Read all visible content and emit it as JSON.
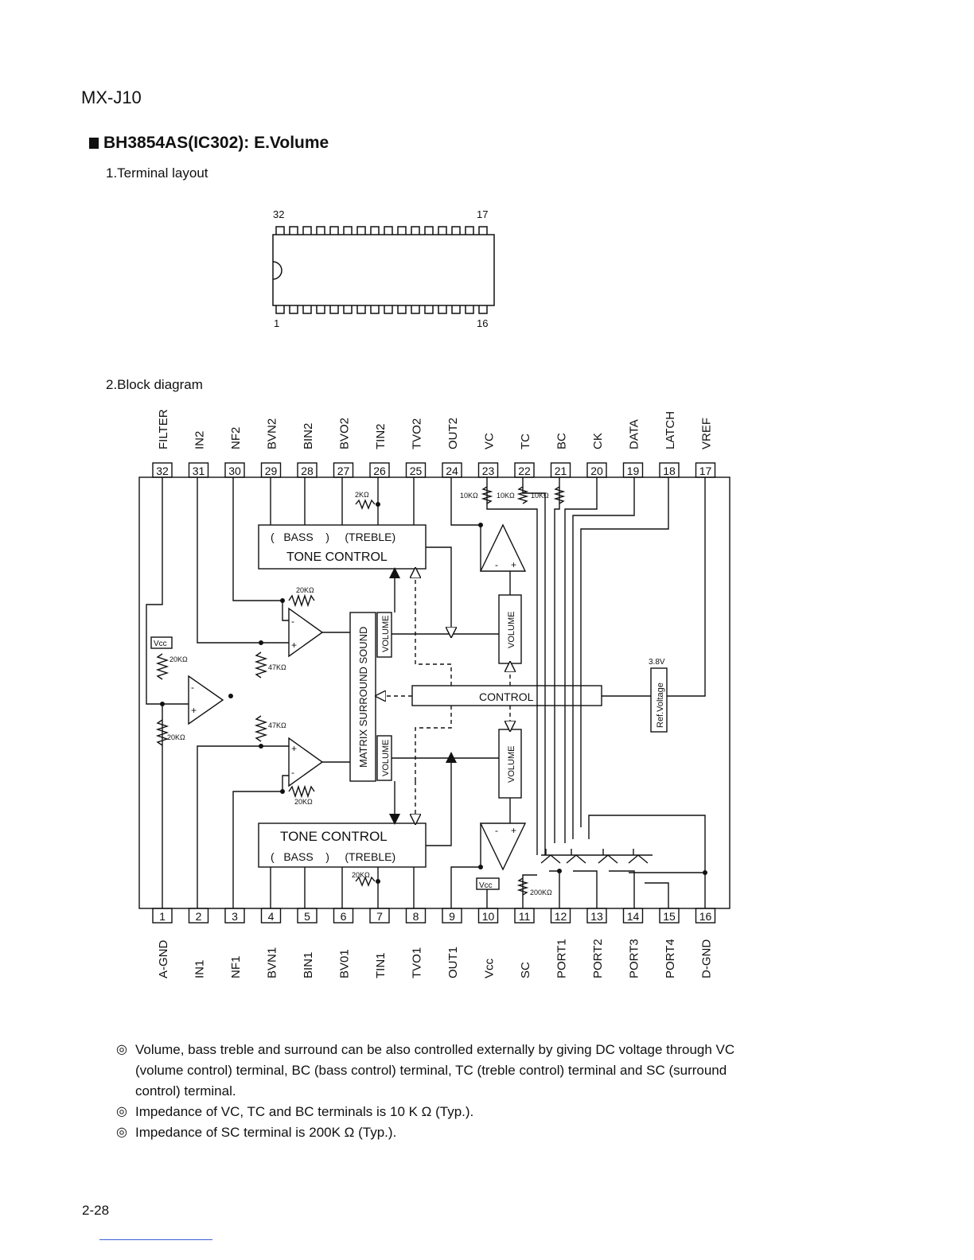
{
  "header": {
    "model": "MX-J10"
  },
  "section_title": "BH3854AS(IC302): E.Volume",
  "subsections": {
    "terminal_layout": "1.Terminal layout",
    "block_diagram": "2.Block diagram"
  },
  "package": {
    "top_left": "32",
    "top_right": "17",
    "bottom_left": "1",
    "bottom_right": "16"
  },
  "top_pins": [
    {
      "num": "32",
      "name": "FILTER"
    },
    {
      "num": "31",
      "name": "IN2"
    },
    {
      "num": "30",
      "name": "NF2"
    },
    {
      "num": "29",
      "name": "BVN2"
    },
    {
      "num": "28",
      "name": "BIN2"
    },
    {
      "num": "27",
      "name": "BVO2"
    },
    {
      "num": "26",
      "name": "TIN2"
    },
    {
      "num": "25",
      "name": "TVO2"
    },
    {
      "num": "24",
      "name": "OUT2"
    },
    {
      "num": "23",
      "name": "VC"
    },
    {
      "num": "22",
      "name": "TC"
    },
    {
      "num": "21",
      "name": "BC"
    },
    {
      "num": "20",
      "name": "CK"
    },
    {
      "num": "19",
      "name": "DATA"
    },
    {
      "num": "18",
      "name": "LATCH"
    },
    {
      "num": "17",
      "name": "VREF"
    }
  ],
  "bottom_pins": [
    {
      "num": "1",
      "name": "A-GND"
    },
    {
      "num": "2",
      "name": "IN1"
    },
    {
      "num": "3",
      "name": "NF1"
    },
    {
      "num": "4",
      "name": "BVN1"
    },
    {
      "num": "5",
      "name": "BIN1"
    },
    {
      "num": "6",
      "name": "BV01"
    },
    {
      "num": "7",
      "name": "TIN1"
    },
    {
      "num": "8",
      "name": "TVO1"
    },
    {
      "num": "9",
      "name": "OUT1"
    },
    {
      "num": "10",
      "name": "Vcc"
    },
    {
      "num": "11",
      "name": "SC"
    },
    {
      "num": "12",
      "name": "PORT1"
    },
    {
      "num": "13",
      "name": "PORT2"
    },
    {
      "num": "14",
      "name": "PORT3"
    },
    {
      "num": "15",
      "name": "PORT4"
    },
    {
      "num": "16",
      "name": "D-GND"
    }
  ],
  "blocks": {
    "tone_top_line1": "(   BASS    )     (TREBLE)",
    "tone_top_line2": "TONE CONTROL",
    "tone_bottom_line1": "TONE CONTROL",
    "tone_bottom_line2": "(   BASS    )     (TREBLE)",
    "matrix": "MATRIX SURROUND SOUND",
    "volume": "VOLUME",
    "control": "CONTROL",
    "ref_voltage": "Ref.Voltage",
    "ref_value": "3.8V",
    "vcc": "Vcc"
  },
  "resistors": {
    "r_2k": "2KΩ",
    "r_20k": "20KΩ",
    "r_47k": "47KΩ",
    "r_10k": "10KΩ",
    "r_200k": "200KΩ"
  },
  "opamp_signs": {
    "minus": "-",
    "plus": "+"
  },
  "notes": [
    "Volume, bass treble and surround can be also controlled externally by giving DC voltage through VC (volume control) terminal, BC (bass control) terminal, TC (treble control) terminal and SC (surround control) terminal.",
    "Impedance of VC, TC and BC terminals is 10 K Ω  (Typ.).",
    "Impedance of SC terminal is 200K Ω  (Typ.)."
  ],
  "note_marker": "◎",
  "page_number": "2-28"
}
